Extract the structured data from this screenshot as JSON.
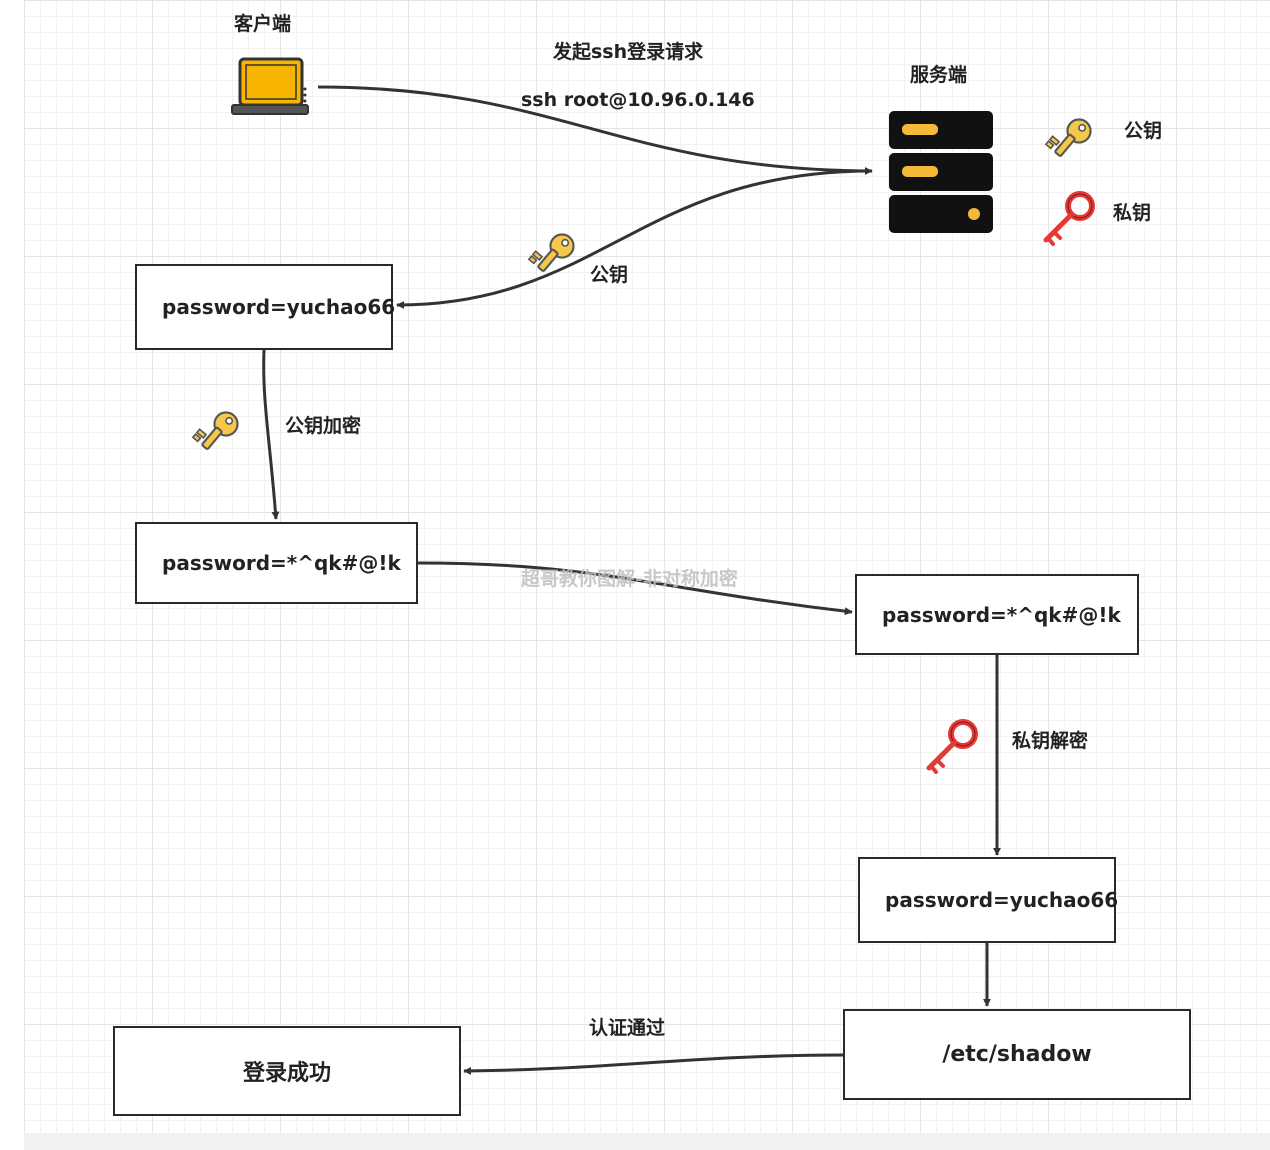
{
  "labels": {
    "client": "客户端",
    "server": "服务端",
    "request_title": "发起ssh登录请求",
    "request_cmd": "ssh root@10.96.0.146",
    "legend_public_key": "公钥",
    "legend_private_key": "私钥",
    "send_public_key": "公钥",
    "encrypt_step": "公钥加密",
    "decrypt_step": "私钥解密",
    "auth_pass": "认证通过"
  },
  "boxes": {
    "client_plain": "password=yuchao66",
    "client_encrypted": "password=*^qk#@!k",
    "server_encrypted": "password=*^qk#@!k",
    "server_plain": "password=yuchao66",
    "shadow": "/etc/shadow",
    "login_success": "登录成功"
  },
  "watermark": "超哥教你图解-非对称加密",
  "colors": {
    "line": "#333333",
    "public_key": "#f5c84a",
    "private_key": "#e53935",
    "laptop": "#f7b500",
    "server": "#111111",
    "server_light": "#f5b93a"
  }
}
